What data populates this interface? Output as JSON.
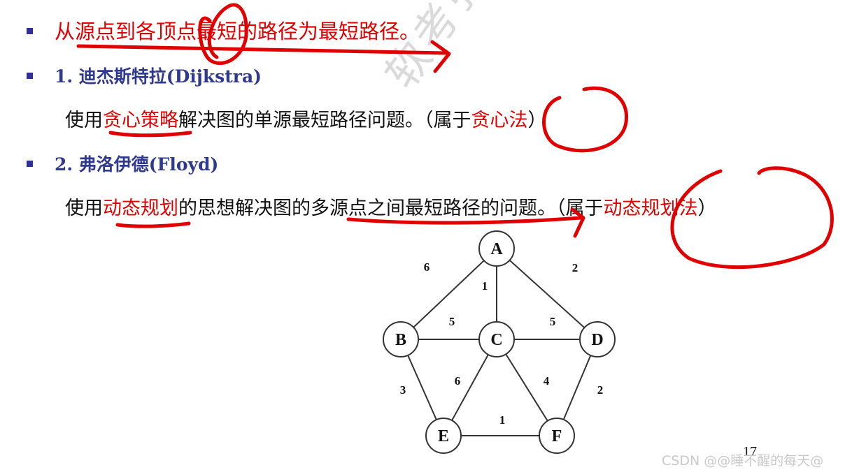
{
  "line1": {
    "text": "从源点到各顶点最短的路径为最短路径。"
  },
  "dijkstra": {
    "heading": "1. 迪杰斯特拉(Dijkstra)",
    "pre": "使用",
    "hl": "贪心策略",
    "mid": "解决图的单源最短路径问题。（属于",
    "hl2": "贪心法",
    "post": "）"
  },
  "floyd": {
    "heading": "2. 弗洛伊德(Floyd)",
    "pre": "使用",
    "hl": "动态规划",
    "mid": "的思想解决图的多源点之间最短路径的问题。（属于",
    "hl2": "动态规划法",
    "post": "）"
  },
  "watermark": "软考张葛老师",
  "page_number": "17",
  "csdn_watermark": "CSDN @@睡不醒的每天@",
  "graph": {
    "nodes": [
      "A",
      "B",
      "C",
      "D",
      "E",
      "F"
    ],
    "edges": [
      {
        "from": "A",
        "to": "B",
        "weight": "6"
      },
      {
        "from": "A",
        "to": "C",
        "weight": "1"
      },
      {
        "from": "A",
        "to": "D",
        "weight": "2"
      },
      {
        "from": "B",
        "to": "C",
        "weight": "5"
      },
      {
        "from": "C",
        "to": "D",
        "weight": "5"
      },
      {
        "from": "B",
        "to": "E",
        "weight": "3"
      },
      {
        "from": "C",
        "to": "E",
        "weight": "6"
      },
      {
        "from": "C",
        "to": "F",
        "weight": "4"
      },
      {
        "from": "D",
        "to": "F",
        "weight": "2"
      },
      {
        "from": "E",
        "to": "F",
        "weight": "1"
      }
    ]
  },
  "colors": {
    "bullet": "#2f2f9a",
    "heading": "#2f3a8f",
    "highlight": "#e00000",
    "annotation": "#e00000"
  }
}
